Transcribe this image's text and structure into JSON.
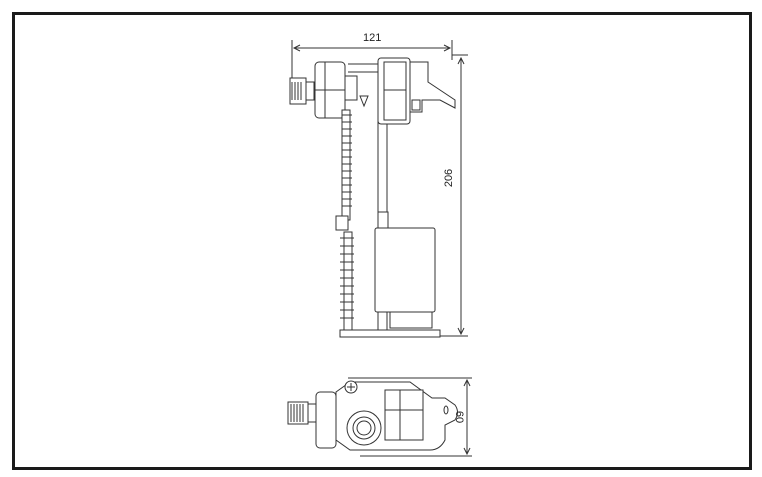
{
  "drawing": {
    "dimensions": {
      "width": "121",
      "height": "206",
      "depth": "60"
    }
  }
}
